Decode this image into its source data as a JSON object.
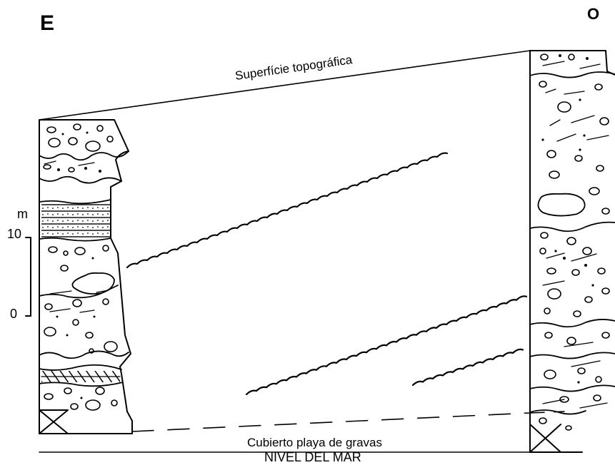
{
  "labels": {
    "east": "E",
    "west": "O",
    "surface": "Superfície topográfica",
    "covered": "Cubierto playa de gravas",
    "sea_level": "NIVEL DEL MAR"
  },
  "scale": {
    "unit": "m",
    "top": "10",
    "bottom": "0"
  }
}
